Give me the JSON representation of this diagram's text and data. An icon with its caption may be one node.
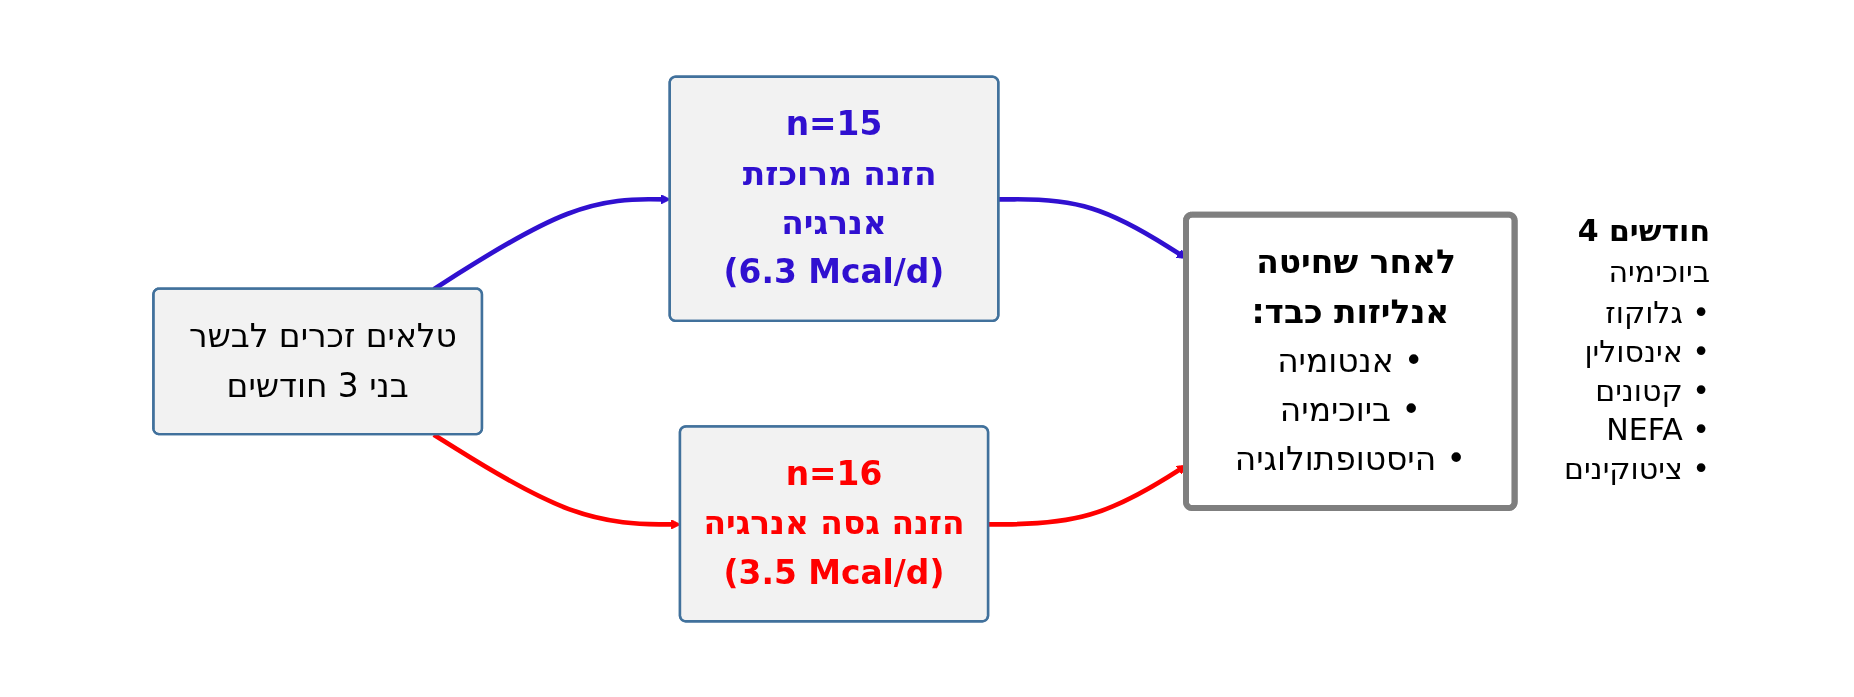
{
  "diagram": {
    "nodes": [
      {
        "text": [
          "טלאים זכרים לבשר בני 3 חודשים"
        ]
      },
      {
        "text": [
          "n=15",
          "הזנה מרוכזת אנרגיה",
          "(6.3 Mcal/d)"
        ]
      },
      {
        "text": [
          "n=16",
          "הזנה גסה אנרגיה",
          "(3.5 Mcal/d)"
        ]
      },
      {
        "text": [
          "לאחר שחיטה אנליזות כבד:",
          "• אנטומיה",
          "• ביוכימיה",
          "• היסטופתולוגיה"
        ]
      }
    ],
    "edges": [
      {
        "from": 0,
        "to": 1,
        "arrow": "to",
        "color": "#3010d0"
      },
      {
        "from": 0,
        "to": 2,
        "arrow": "to",
        "color": "#ff0000"
      },
      {
        "from": 1,
        "to": 3,
        "arrow": "to",
        "color": "#3010d0"
      },
      {
        "from": 2,
        "to": 3,
        "arrow": "to",
        "color": "#ff0000"
      }
    ],
    "labels": [
      "4 חודשים",
      "ביוכימיה",
      "• גלוקוז",
      "• אינסולין",
      "• קטונים",
      "• NEFA",
      "• ציטוקינים"
    ]
  }
}
